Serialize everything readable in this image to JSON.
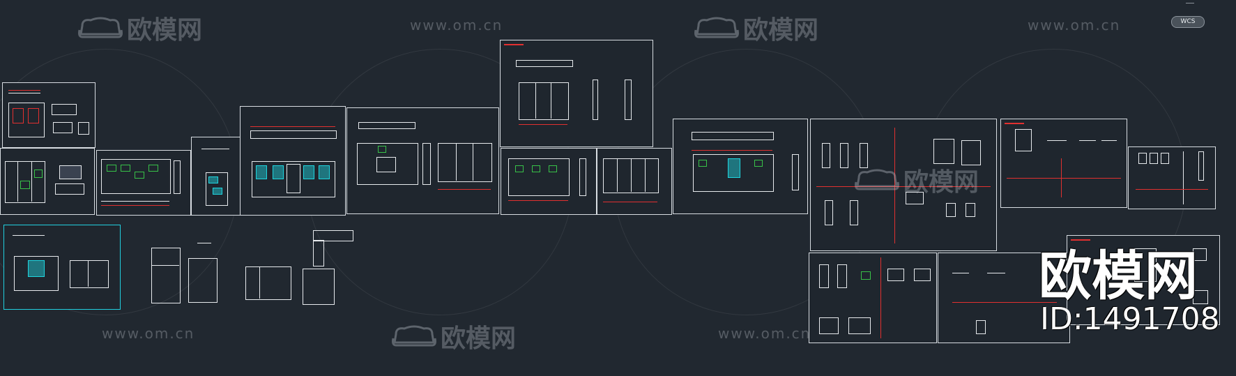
{
  "app": {
    "workspace": "CAD model space",
    "background": "#212830"
  },
  "viewcube": {
    "label": "WCS"
  },
  "watermark": {
    "brand": "欧模网",
    "url": "www.om.cn",
    "big_brand": "欧模网",
    "id_label": "ID:1491708"
  },
  "colors": {
    "line": "#e8ebee",
    "dimension": "#e23030",
    "shelf_green": "#38c248",
    "glass_cyan": "#1fd6e0",
    "selected_frame": "#21d0df"
  },
  "icons": {
    "watermark_logo": "sofa-icon",
    "viewcube": "wcs-icon"
  }
}
